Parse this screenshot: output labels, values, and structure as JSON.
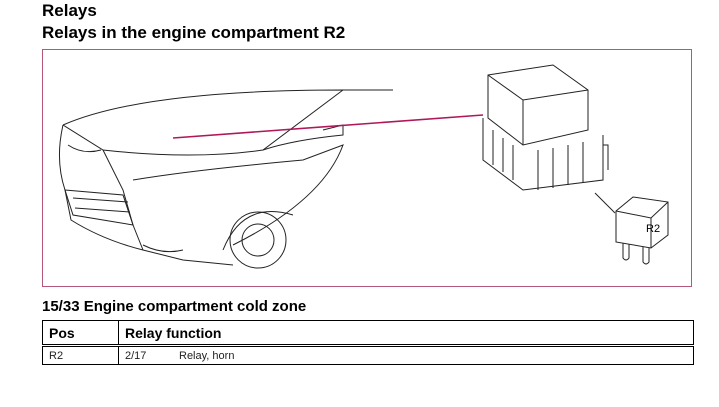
{
  "title": "Relays",
  "subtitle": "Relays in the engine compartment R2",
  "figure": {
    "relay_label": "R2"
  },
  "section_title": "15/33 Engine compartment cold zone",
  "table": {
    "headers": [
      "Pos",
      "Relay function"
    ],
    "rows": [
      {
        "pos": "R2",
        "code": "2/17",
        "function": "Relay, horn"
      }
    ]
  }
}
